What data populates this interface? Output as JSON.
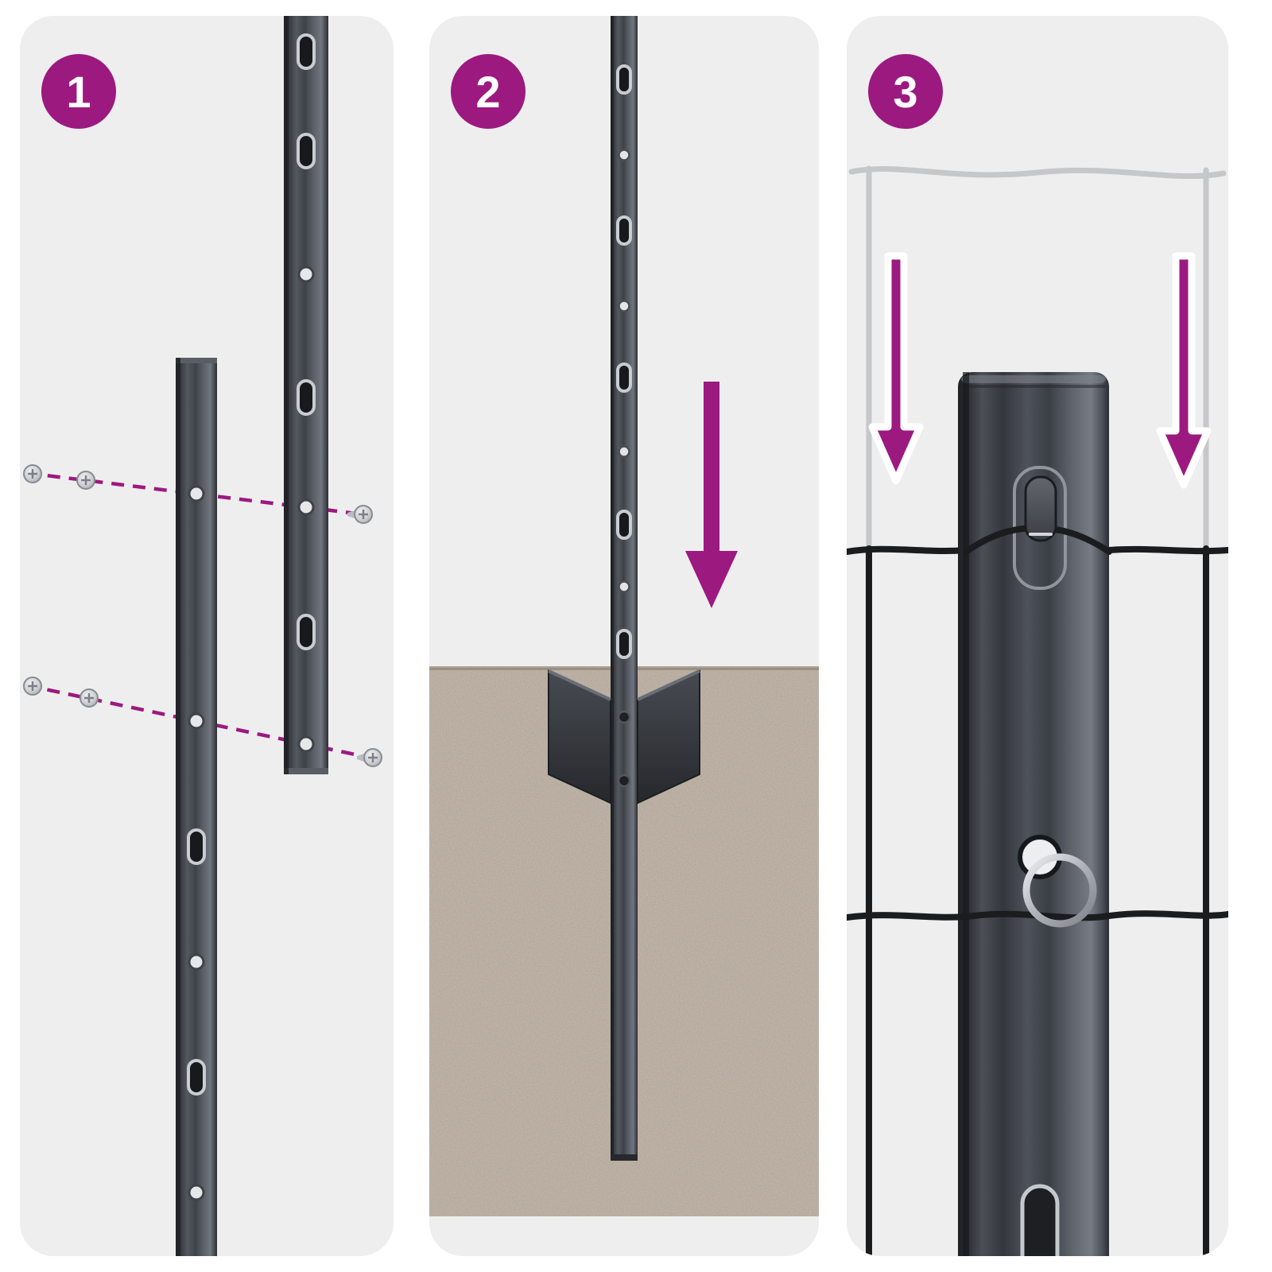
{
  "steps": [
    {
      "number": "1"
    },
    {
      "number": "2"
    },
    {
      "number": "3"
    }
  ],
  "colors": {
    "accent_magenta": "#9C1980",
    "panel_background": "#EFEEEE",
    "metal_dark": "#3A3D42",
    "soil_brown": "#A89A8C",
    "mesh_gray": "#C6C7C9",
    "wire_black": "#1B1C1E",
    "screw_silver": "#CDD0D4",
    "page_background": "#FFFFFF"
  }
}
